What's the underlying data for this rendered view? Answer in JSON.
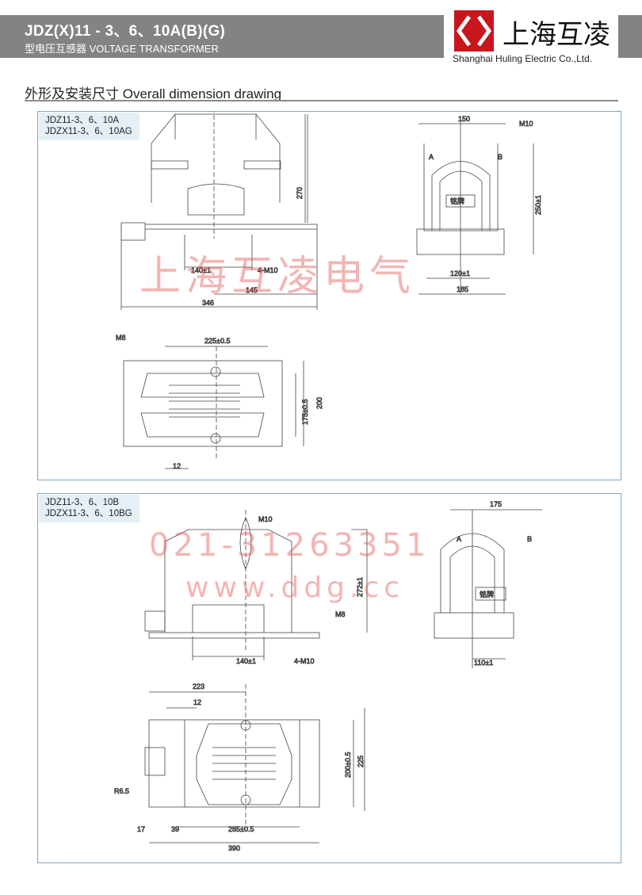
{
  "header": {
    "title": "JDZ(X)11 - 3、6、10A(B)(G)",
    "subtitle": "型电压互感器 VOLTAGE TRANSFORMER"
  },
  "logo": {
    "cn": "上海互凌",
    "en": "Shanghai Huling Electric Co.,Ltd.",
    "color": "#c8161d"
  },
  "section": {
    "title": "外形及安装尺寸  Overall dimension drawing"
  },
  "panel1": {
    "models": [
      "JDZ11-3、6、10A",
      "JDZX11-3、6、10AG"
    ],
    "front": {
      "height": "270",
      "bolt_spacing": "140±1",
      "bolts": "4-M10",
      "half_width": "145",
      "width": "346"
    },
    "side": {
      "top_width": "150",
      "terminal": "M10",
      "terminal_a": "A",
      "terminal_b": "B",
      "height": "250±1",
      "nameplate": "铭牌",
      "bolt_spacing": "120±1",
      "width": "185"
    },
    "top": {
      "ground": "M8",
      "length": "225±0.5",
      "bolt_spacing": "175±0.5",
      "width": "200",
      "offset": "12"
    }
  },
  "panel2": {
    "models": [
      "JDZ11-3、6、10B",
      "JDZX11-3、6、10BG"
    ],
    "front": {
      "terminal": "M10",
      "height": "272±1",
      "ground": "M8",
      "bolt_spacing": "140±1",
      "bolts": "4-M10"
    },
    "side": {
      "top_width": "175",
      "terminal_a": "A",
      "terminal_b": "B",
      "nameplate": "铭牌",
      "bolt_spacing": "110±1"
    },
    "top": {
      "half_length": "223",
      "offset": "12",
      "radius": "R6.5",
      "bolt_spacing": "200±0.5",
      "width": "225",
      "edge1": "17",
      "edge2": "39",
      "length": "285±0.5",
      "total_length": "390"
    }
  },
  "watermarks": {
    "company": "上海互凌电气",
    "phone": "021-31263351",
    "site": "www.ddg.cc"
  }
}
